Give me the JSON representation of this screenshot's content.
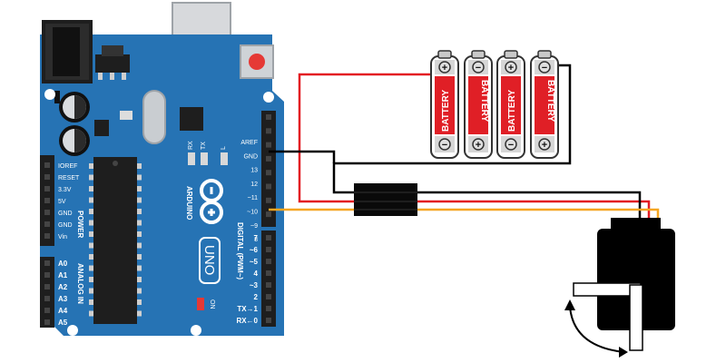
{
  "arduino": {
    "brand": "ARDUINO",
    "model": "UNO",
    "digital_header_label": "DIGITAL (PWM~)",
    "power_header_label": "POWER",
    "analog_header_label": "ANALOG IN",
    "led_labels": [
      "RX",
      "TX",
      "L"
    ],
    "on_label": "ON",
    "top_pins": [
      "AREF",
      "GND",
      "13",
      "12",
      "~11",
      "~10",
      "~9",
      "8"
    ],
    "bottom_pins": [
      "7",
      "~6",
      "~5",
      "4",
      "~3",
      "2",
      "TX→1",
      "RX←0"
    ],
    "power_pins": [
      "IOREF",
      "RESET",
      "3.3V",
      "5V",
      "GND",
      "GND",
      "Vin"
    ],
    "analog_pins": [
      "A0",
      "A1",
      "A2",
      "A3",
      "A4",
      "A5"
    ]
  },
  "battery_pack": {
    "cell_label": "BATTERY",
    "cell_count": 4,
    "plus_symbol": "+",
    "minus_symbol": "−"
  },
  "colors": {
    "board": "#2673b4",
    "board_dark": "#1b5a92",
    "wire_red": "#e31b23",
    "wire_black": "#000000",
    "wire_orange": "#f5a623",
    "battery_red": "#e01f26",
    "reset_button": "#e53935"
  }
}
